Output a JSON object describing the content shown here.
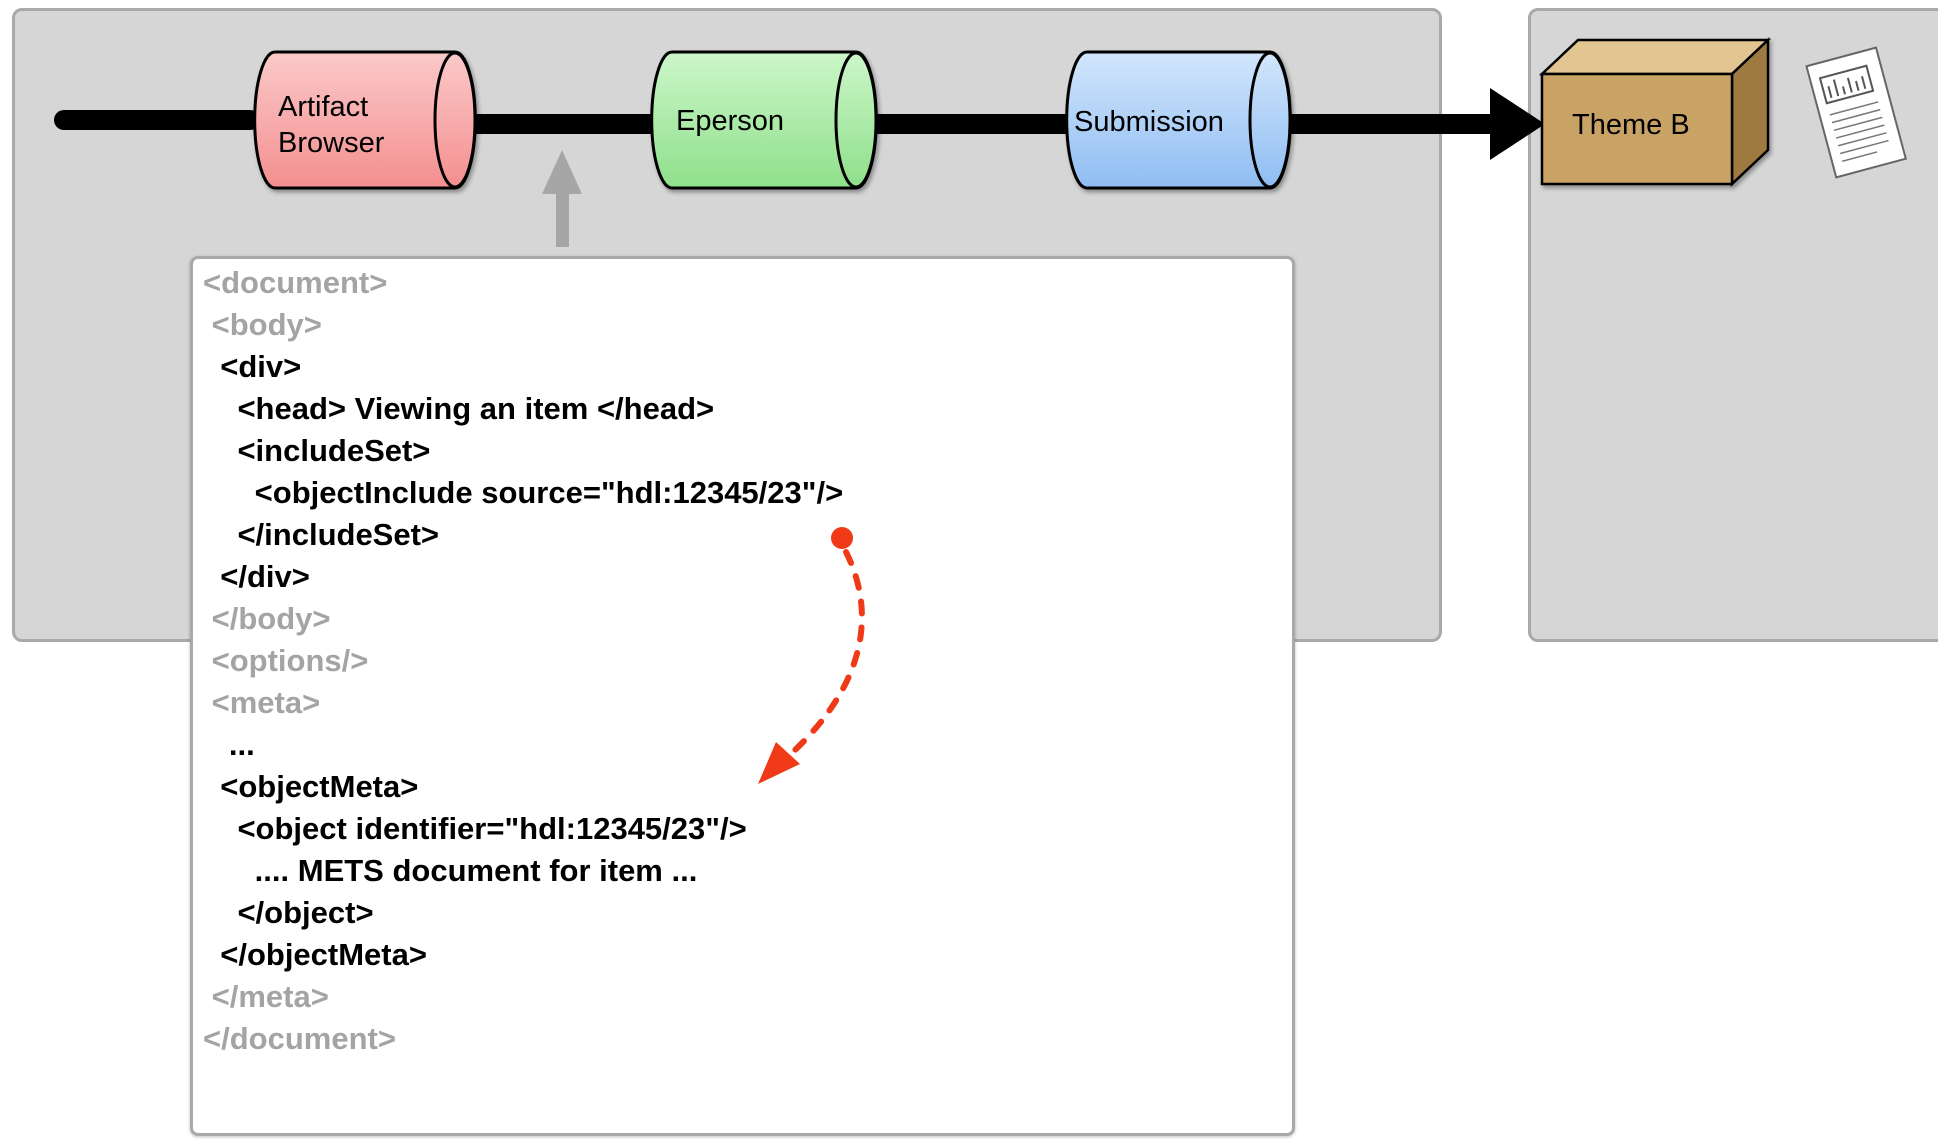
{
  "pipeline": {
    "components": [
      {
        "label_lines": [
          "Artifact",
          "Browser"
        ],
        "color": "#f7a5a5"
      },
      {
        "label_lines": [
          "Eperson"
        ],
        "color": "#a9eba6"
      },
      {
        "label_lines": [
          "Submission"
        ],
        "color": "#a9cdf7"
      }
    ],
    "theme_label": "Theme B",
    "theme_color": "#c9a366"
  },
  "code": {
    "lines": [
      {
        "text": "<document>",
        "style": "gray"
      },
      {
        "text": " <body>",
        "style": "gray"
      },
      {
        "text": "  <div>",
        "style": "black"
      },
      {
        "text": "    <head> Viewing an item </head>",
        "style": "black"
      },
      {
        "text": "    <includeSet>",
        "style": "black"
      },
      {
        "text": "      <objectInclude source=\"hdl:12345/23\"/>",
        "style": "black"
      },
      {
        "text": "    </includeSet>",
        "style": "black"
      },
      {
        "text": "  </div>",
        "style": "black"
      },
      {
        "text": " </body>",
        "style": "gray"
      },
      {
        "text": " <options/>",
        "style": "gray"
      },
      {
        "text": " <meta>",
        "style": "gray"
      },
      {
        "text": "   ...",
        "style": "black"
      },
      {
        "text": "  <objectMeta>",
        "style": "black"
      },
      {
        "text": "    <object identifier=\"hdl:12345/23\"/>",
        "style": "black"
      },
      {
        "text": "      .... METS document for item ...",
        "style": "black"
      },
      {
        "text": "    </object>",
        "style": "black"
      },
      {
        "text": "  </objectMeta>",
        "style": "black"
      },
      {
        "text": " </meta>",
        "style": "gray"
      },
      {
        "text": "</document>",
        "style": "gray"
      }
    ]
  },
  "colors": {
    "panel": "#d6d6d6",
    "reference_arrow": "#f03a17",
    "input_arrow": "#a6a6a6",
    "connector": "#000000"
  },
  "icons": [
    "document-icon"
  ]
}
